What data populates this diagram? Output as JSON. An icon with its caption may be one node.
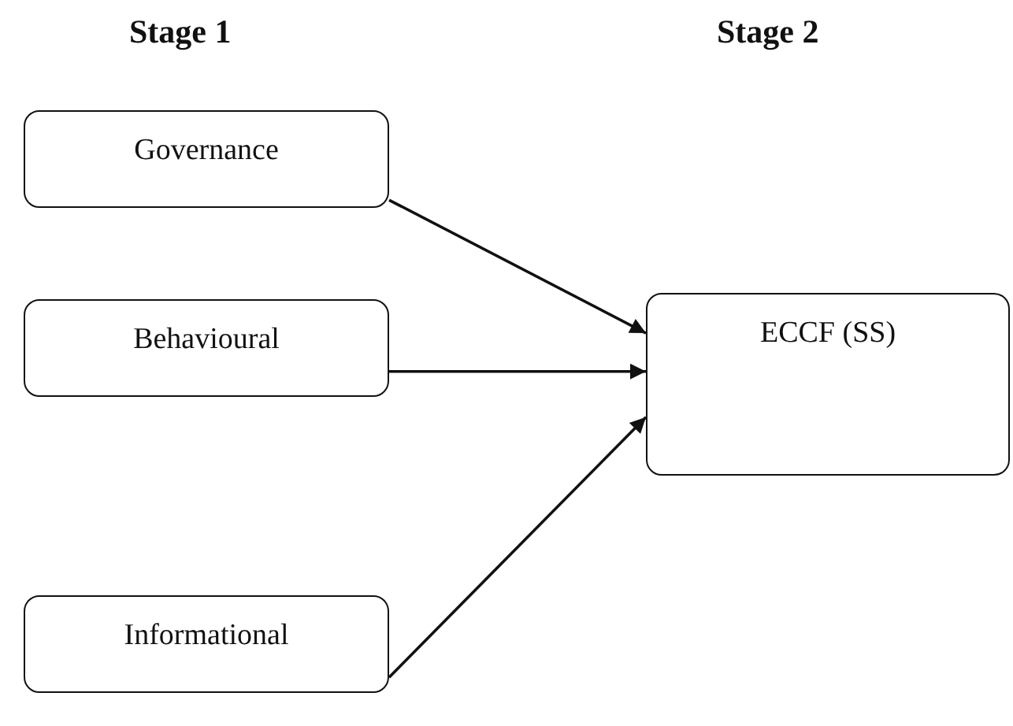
{
  "diagram": {
    "nodes": [
      {
        "text": [
          "Governance"
        ]
      },
      {
        "text": [
          "Behavioural"
        ]
      },
      {
        "text": [
          "Informational"
        ]
      },
      {
        "text": [
          "ECCF (SS)"
        ]
      }
    ],
    "edges": [
      {
        "from": 0,
        "to": 3,
        "arrow": "to"
      },
      {
        "from": 1,
        "to": 3,
        "arrow": "to"
      },
      {
        "from": 2,
        "to": 3,
        "arrow": "to"
      }
    ],
    "labels": [
      "Stage 1",
      "Stage 2"
    ]
  }
}
